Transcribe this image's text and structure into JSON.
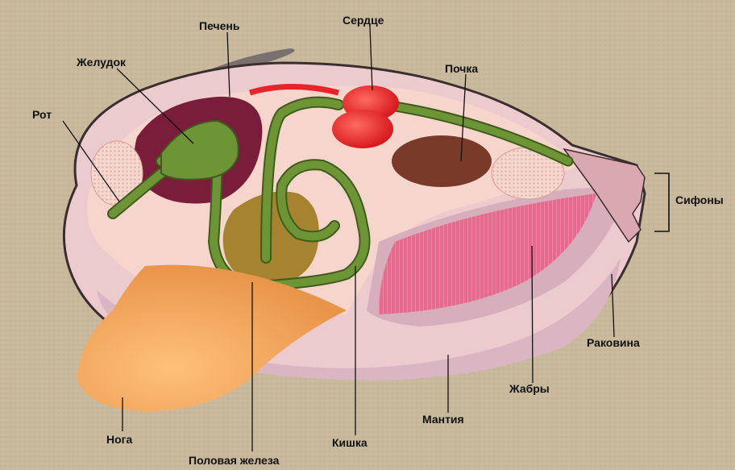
{
  "labels": {
    "liver": "Печень",
    "heart": "Сердце",
    "stomach": "Желудок",
    "kidney": "Почка",
    "mouth": "Рот",
    "siphons": "Сифоны",
    "shell": "Раковина",
    "gills": "Жабры",
    "mantle": "Мантия",
    "foot": "Нога",
    "intestine": "Кишка",
    "gonad": "Половая железа"
  },
  "colors": {
    "background": "#c9b99c",
    "shell_outline": "#3a2e2e",
    "shell_inner": "#f2d3cc",
    "mantle": "#d9b6c1",
    "liver": "#7a1d3a",
    "heart": "#e8242a",
    "kidney": "#7a3a2a",
    "intestine": "#5e7f2e",
    "gonad": "#a6832f",
    "gills": "#e56a8e",
    "foot": "#f0a860",
    "pointer_lines": "#111111"
  }
}
